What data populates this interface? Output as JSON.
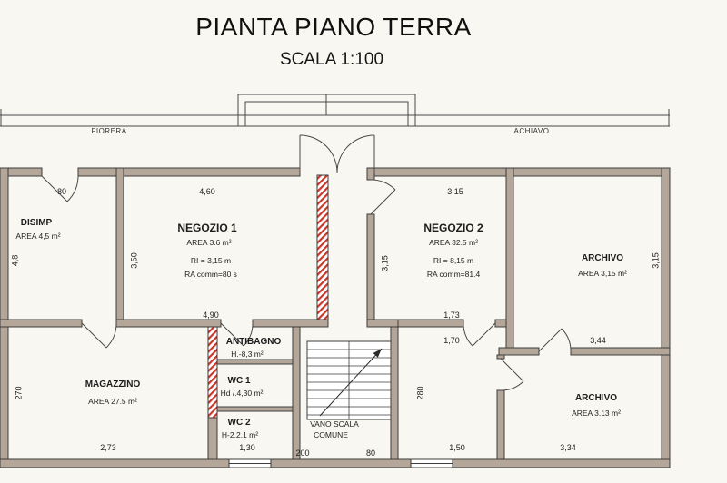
{
  "header": {
    "title": "PIANTA PIANO TERRA",
    "subtitle": "SCALA 1:100"
  },
  "facade": {
    "left_label": "FIORERA",
    "right_label": "ACHIAVO"
  },
  "rooms": {
    "disimp": {
      "name": "DISIMP",
      "line2": "AREA 4,5 m²"
    },
    "negozio1": {
      "name": "NEGOZIO 1",
      "line2": "AREA 3.6 m²",
      "line3": "RI = 3,15 m",
      "line4": "RA comm=80 s"
    },
    "negozio2": {
      "name": "NEGOZIO 2",
      "line2": "AREA 32.5 m²",
      "line3": "RI = 8,15 m",
      "line4": "RA comm=81.4"
    },
    "archivio_top": {
      "name": "ARCHIVO",
      "line2": "AREA 3,15 m²"
    },
    "magazzino": {
      "name": "MAGAZZINO",
      "line2": "AREA 27.5 m²"
    },
    "antibagno": {
      "name": "ANTIBAGNO",
      "line2": "H.-8,3 m²"
    },
    "wc1": {
      "name": "WC 1",
      "line2": "Hd /.4,30 m²"
    },
    "wc2": {
      "name": "WC 2",
      "line2": "H-2.2.1 m²"
    },
    "vano_scala": {
      "name": "VANO SCALA",
      "line2": "COMUNE"
    },
    "archivio_bottom": {
      "name": "ARCHIVO",
      "line2": "AREA 3.13 m²"
    }
  },
  "dimensions": {
    "disimp_door": "80",
    "disimp_height": "4,8",
    "negozio1_width_top": "4,60",
    "negozio1_height": "3,50",
    "negozio1_width_bottom": "4,90",
    "negozio2_width_top": "3,15",
    "negozio2_height": "3,15",
    "negozio2_width_bottom": "1,73",
    "archivio_top_height": "3,15",
    "archivio_top_width": "3,44",
    "corridor_top_width": "1,70",
    "magazzino_height": "270",
    "magazzino_width": "2,73",
    "wc_width": "1,30",
    "stair_width_left": "200",
    "stair_width_right": "80",
    "corridor_height": "280",
    "corridor_width_bottom": "1,50",
    "archivio_bottom_width": "3,34"
  },
  "colors": {
    "background": "#f9f7f1",
    "wall_fill": "#b4a79a",
    "line": "#3c3c3c",
    "hatch_red": "#c8382a"
  }
}
